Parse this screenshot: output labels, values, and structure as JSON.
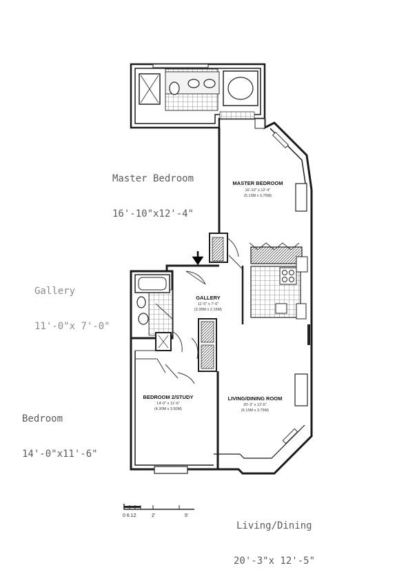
{
  "annotations": {
    "master": {
      "name": "Master Bedroom",
      "dims": "16'-10\"x12'-4\""
    },
    "gallery": {
      "name": "Gallery",
      "dims": "11'-0\"x 7'-0\""
    },
    "bedroom": {
      "name": "Bedroom",
      "dims": "14'-0\"x11'-6\""
    },
    "living": {
      "name": "Living/Dining",
      "dims": "20'-3\"x 12'-5\""
    }
  },
  "rooms": {
    "master": {
      "label": "MASTER BEDROOM",
      "dims": "16'-10\" x 12'-4\"",
      "metric": "(5.13M x 3.75M)"
    },
    "gallery": {
      "label": "GALLERY",
      "dims": "11'-0\" x 7'-0\"",
      "metric": "(3.35M x 2.15M)"
    },
    "bedroom2": {
      "label": "BEDROOM 2/STUDY",
      "dims": "14'-0\" x 11'-6\"",
      "metric": "(4.30M x 3.50M)"
    },
    "living": {
      "label": "LIVING/DINING ROOM",
      "dims": "20'-3\" x 12'-5\"",
      "metric": "(6.15M x 3.75M)"
    }
  },
  "scale_bar": {
    "labels": [
      "0 6 12",
      "2'",
      "5'"
    ]
  },
  "colors": {
    "wall": "#1a1a1a",
    "annotation": "#5a5a5a"
  }
}
